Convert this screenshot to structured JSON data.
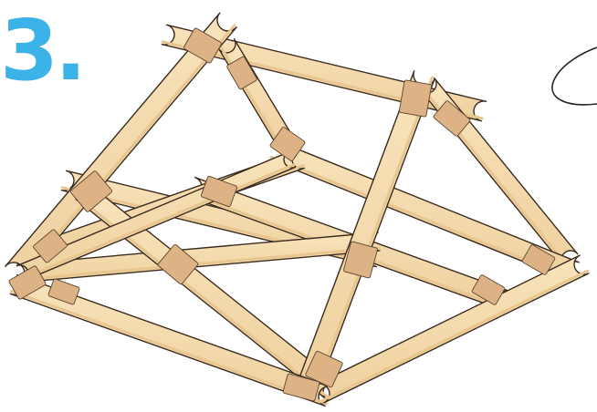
{
  "step": {
    "label": "3."
  },
  "colors": {
    "step_accent": "#3bb3e8",
    "stick_fill": "#f5dcae",
    "stick_shadow": "#e9c690",
    "tape_fill": "#ddb284",
    "outline": "#3a2b1f"
  },
  "icons": {
    "illustration": "popsicle-stick-frame",
    "partial_shape": "curved-line-fragment"
  }
}
